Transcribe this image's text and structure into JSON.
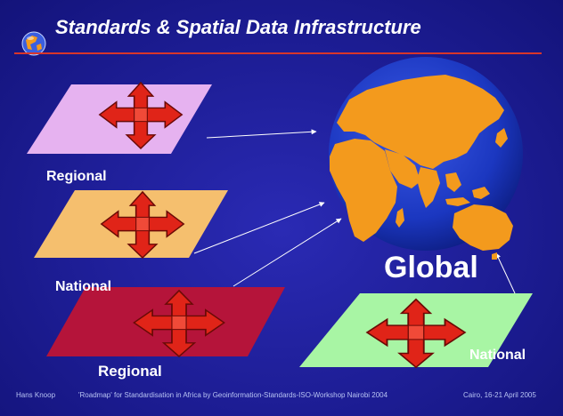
{
  "slide": {
    "title": "Standards & Spatial Data Infrastructure",
    "labels": {
      "regional_top": "Regional",
      "national_mid": "National",
      "regional_bottom": "Regional",
      "national_right": "National",
      "global": "Global"
    },
    "footer": {
      "author": "Hans Knoop",
      "description": "'Roadmap' for Standardisation in Africa by Geoinformation-Standards-ISO-Workshop Nairobi 2004",
      "place_date": "Cairo, 16-21 April 2005"
    }
  },
  "colors": {
    "background": "#1f1f8f",
    "rule": "#d8362a",
    "plane_regional_top": "#e6b2f0",
    "plane_national_mid": "#f5bf6e",
    "plane_regional_bottom": "#b5143a",
    "plane_national_right": "#a8f5a4",
    "arrow": "#e02418",
    "globe_ocean": "#1b37c0",
    "globe_land": "#f39a1d"
  },
  "icons": [
    "globe-logo-icon",
    "four-way-arrow-icon",
    "globe-icon"
  ]
}
